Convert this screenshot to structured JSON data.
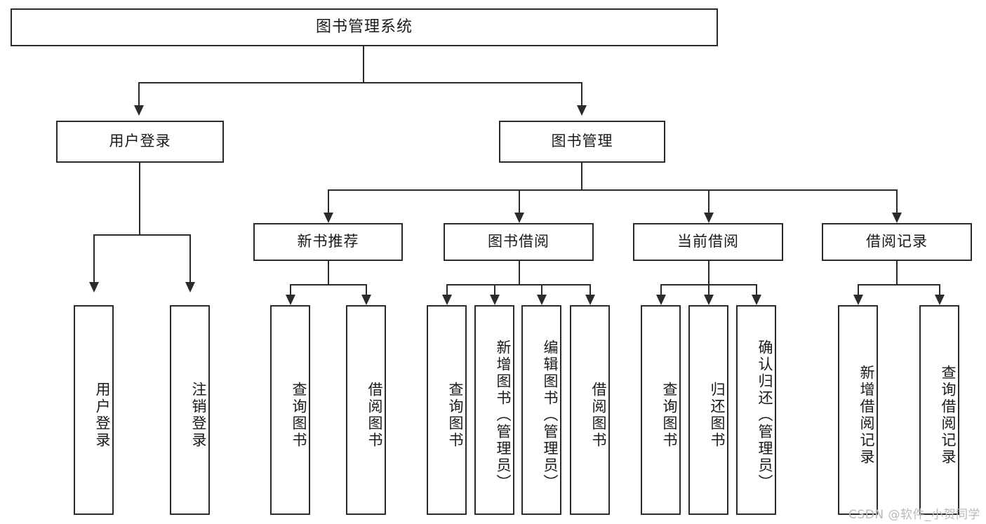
{
  "diagram": {
    "title": "图书管理系统",
    "root": {
      "label": "图书管理系统"
    },
    "level2": [
      {
        "label": "用户登录"
      },
      {
        "label": "图书管理"
      }
    ],
    "level3": [
      {
        "label": "新书推荐"
      },
      {
        "label": "图书借阅"
      },
      {
        "label": "当前借阅"
      },
      {
        "label": "借阅记录"
      }
    ],
    "leaves": {
      "user_login": [
        {
          "label": "用户登录"
        },
        {
          "label": "注销登录"
        }
      ],
      "new_book_recommend": [
        {
          "label": "查询图书"
        },
        {
          "label": "借阅图书"
        }
      ],
      "book_borrow": [
        {
          "label": "查询图书"
        },
        {
          "label": "新增图书（管理员）"
        },
        {
          "label": "编辑图书（管理员）"
        },
        {
          "label": "借阅图书"
        }
      ],
      "current_borrow": [
        {
          "label": "查询图书"
        },
        {
          "label": "归还图书"
        },
        {
          "label": "确认归还（管理员）"
        }
      ],
      "borrow_record": [
        {
          "label": "新增借阅记录"
        },
        {
          "label": "查询借阅记录"
        }
      ]
    }
  },
  "watermark": {
    "text": "CSDN @软件_小贺同学"
  },
  "colors": {
    "border": "#2b2b2b",
    "text": "#1a1a1a",
    "background": "#ffffff",
    "watermark": "#b9b9b9"
  }
}
